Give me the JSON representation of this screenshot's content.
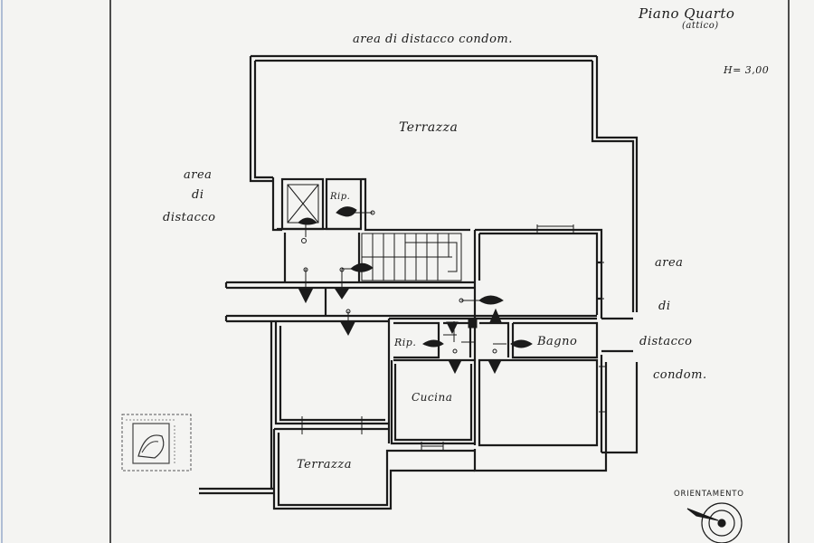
{
  "plan": {
    "title": "Piano Quarto",
    "subtitle": "(attico)",
    "height_note": "H= 3,00",
    "orientation_label": "ORIENTAMENTO"
  },
  "labels": {
    "top_area": "area di distacco condom.",
    "left_area": [
      "area",
      "di",
      "distacco"
    ],
    "right_area": [
      "area",
      "di",
      "distacco",
      "condom."
    ]
  },
  "rooms": {
    "terrace_top": "Terrazza",
    "terrace_bottom": "Terrazza",
    "storage_upper": "Rip.",
    "storage_lower": "Rip.",
    "bathroom": "Bagno",
    "kitchen": "Cucina"
  },
  "icons": {
    "lift": "elevator-cross-icon",
    "stairs": "staircase-icon",
    "outlet": "light-point-icon",
    "compass": "compass-icon",
    "stamp": "seal-stamp-icon"
  },
  "colors": {
    "ink": "#1b1b1b",
    "paper": "#f4f4f2"
  }
}
